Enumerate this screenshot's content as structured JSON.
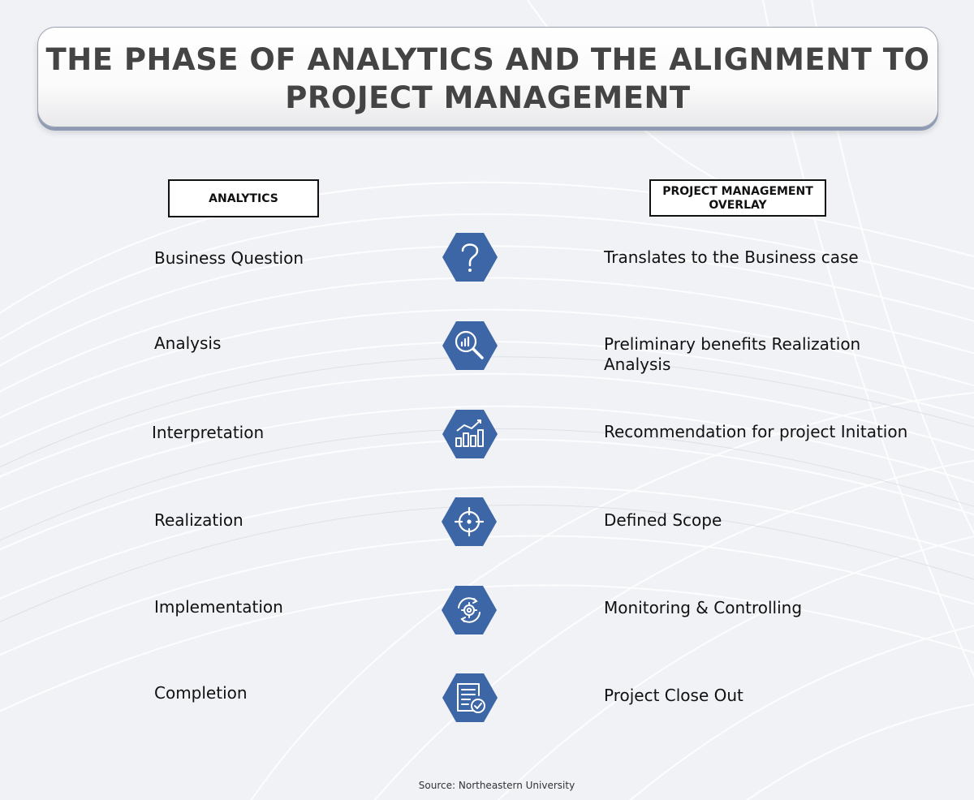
{
  "title": "THE PHASE OF ANALYTICS AND THE ALIGNMENT TO PROJECT MANAGEMENT",
  "headers": {
    "left": "ANALYTICS",
    "right": "PROJECT MANAGEMENT OVERLAY"
  },
  "rows": [
    {
      "left": "Business Question",
      "icon": "question-mark-icon",
      "right": "Translates to the Business case"
    },
    {
      "left": "Analysis",
      "icon": "magnifier-chart-icon",
      "right": "Preliminary benefits Realization Analysis"
    },
    {
      "left": "Interpretation",
      "icon": "bar-chart-trend-icon",
      "right": "Recommendation for project Initation"
    },
    {
      "left": "Realization",
      "icon": "target-crosshair-icon",
      "right": "Defined Scope"
    },
    {
      "left": "Implementation",
      "icon": "gear-cycle-icon",
      "right": "Monitoring & Controlling"
    },
    {
      "left": "Completion",
      "icon": "document-check-icon",
      "right": "Project Close Out"
    }
  ],
  "source": "Source: Northeastern University",
  "colors": {
    "hexagon": "#3d66a6",
    "icon_stroke": "#ffffff",
    "title_text": "#444444"
  }
}
